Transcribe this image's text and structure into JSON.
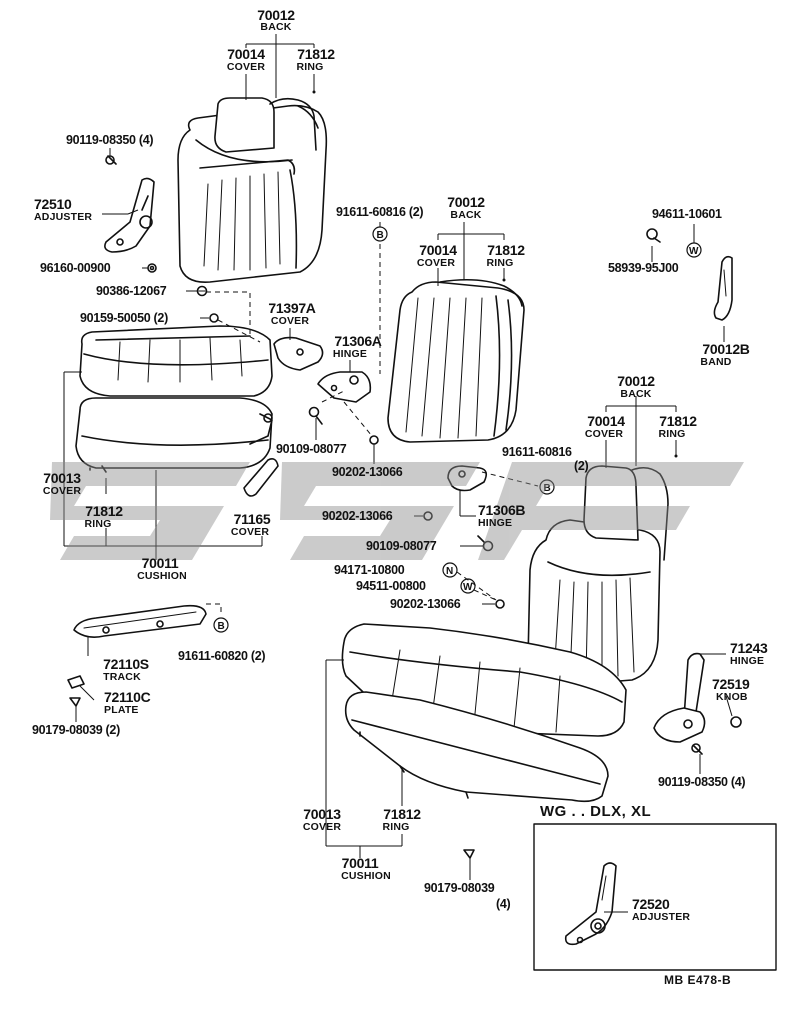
{
  "labels": {
    "p70012_top": "70012",
    "back_top": "BACK",
    "p70014_top": "70014",
    "cover_top": "COVER",
    "p71812_top": "71812",
    "ring_top": "RING",
    "p90119_a": "90119-08350 (4)",
    "p72510": "72510",
    "adjuster_a": "ADJUSTER",
    "p96160": "96160-00900",
    "p90386": "90386-12067",
    "p90159": "90159-50050 (2)",
    "p71397a": "71397A",
    "cover_71397a": "COVER",
    "p71306a": "71306A",
    "hinge_71306a": "HINGE",
    "p91611_mid": "91611-60816 (2)",
    "p70012_mid": "70012",
    "back_mid": "BACK",
    "p70014_mid": "70014",
    "cover_mid": "COVER",
    "p71812_mid": "71812",
    "ring_mid": "RING",
    "p94611": "94611-10601",
    "p58939": "58939-95J00",
    "p70012b": "70012B",
    "band": "BAND",
    "p90109_a": "90109-08077",
    "p90202_a": "90202-13066",
    "p70012_right": "70012",
    "back_right": "BACK",
    "p70014_right": "70014",
    "cover_right": "COVER",
    "p71812_right": "71812",
    "ring_right": "RING",
    "p91611_right": "91611-60816",
    "p91611_right_qty": "(2)",
    "p70013_left": "70013",
    "cover_70013_left": "COVER",
    "p71812_left": "71812",
    "ring_left": "RING",
    "p71165": "71165",
    "cover_71165": "COVER",
    "p70011_left": "70011",
    "cushion_left": "CUSHION",
    "p90202_b": "90202-13066",
    "p71306b": "71306B",
    "hinge_71306b": "HINGE",
    "p90109_b": "90109-08077",
    "p94171": "94171-10800",
    "p94511": "94511-00800",
    "p90202_c": "90202-13066",
    "p72110s": "72110S",
    "track": "TRACK",
    "p91611_low": "91611-60820 (2)",
    "p72110c": "72110C",
    "plate": "PLATE",
    "p90179_a": "90179-08039 (2)",
    "p71243": "71243",
    "hinge_71243": "HINGE",
    "p72519": "72519",
    "knob": "KNOB",
    "p90119_b": "90119-08350 (4)",
    "p70013_low": "70013",
    "cover_70013_low": "COVER",
    "p71812_low": "71812",
    "ring_low": "RING",
    "p70011_low": "70011",
    "cushion_low": "CUSHION",
    "p90179_b": "90179-08039",
    "p90179_b_qty": "(4)",
    "inset_title": "WG . . DLX, XL",
    "p72520": "72520",
    "adjuster_b": "ADJUSTER",
    "footer_ref": "MB  E478-B"
  },
  "markers": {
    "B": "B",
    "W": "W",
    "N": "N"
  },
  "colors": {
    "ink": "#111111",
    "watermark": "#8c8c8c",
    "paper": "#ffffff"
  }
}
